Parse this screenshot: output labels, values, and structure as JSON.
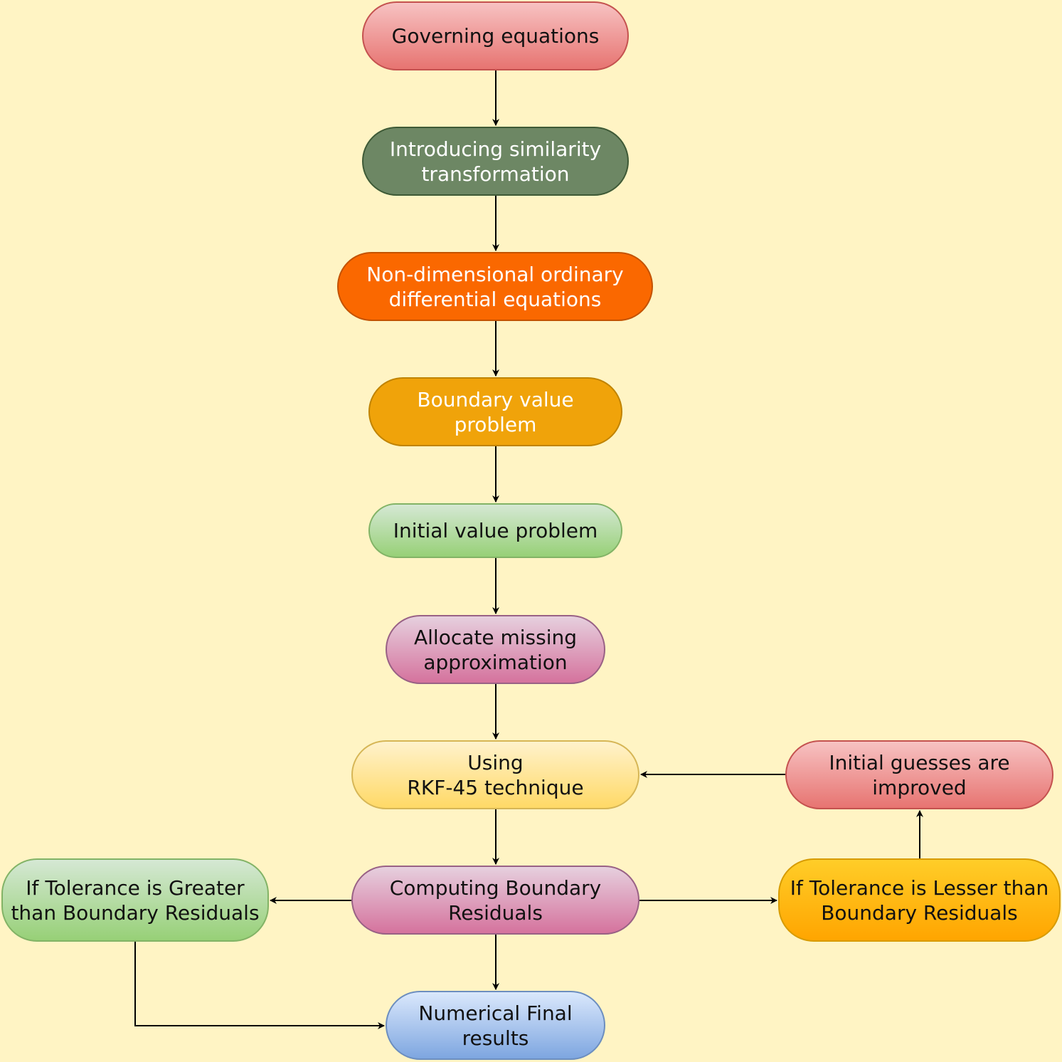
{
  "nodes": {
    "governing": "Governing equations",
    "similarity": "Introducing similarity\ntransformation",
    "ode": "Non-dimensional ordinary\ndifferential equations",
    "bvp": "Boundary value\nproblem",
    "ivp": "Initial value problem",
    "allocate": "Allocate missing\napproximation",
    "rkf": "Using\nRKF-45 technique",
    "guesses": "Initial guesses are\nimproved",
    "computing": "Computing Boundary\nResiduals",
    "greater": "If Tolerance is Greater\nthan Boundary Residuals",
    "lesser": "If Tolerance is Lesser than\nBoundary Residuals",
    "final": "Numerical Final\nresults"
  },
  "edges": [
    [
      "governing",
      "similarity"
    ],
    [
      "similarity",
      "ode"
    ],
    [
      "ode",
      "bvp"
    ],
    [
      "bvp",
      "ivp"
    ],
    [
      "ivp",
      "allocate"
    ],
    [
      "allocate",
      "rkf"
    ],
    [
      "rkf",
      "computing"
    ],
    [
      "computing",
      "greater"
    ],
    [
      "computing",
      "lesser"
    ],
    [
      "lesser",
      "guesses"
    ],
    [
      "guesses",
      "rkf"
    ],
    [
      "computing",
      "final"
    ],
    [
      "greater",
      "final"
    ]
  ],
  "colors": {
    "background": "#fff4c4",
    "edge": "#000000"
  }
}
